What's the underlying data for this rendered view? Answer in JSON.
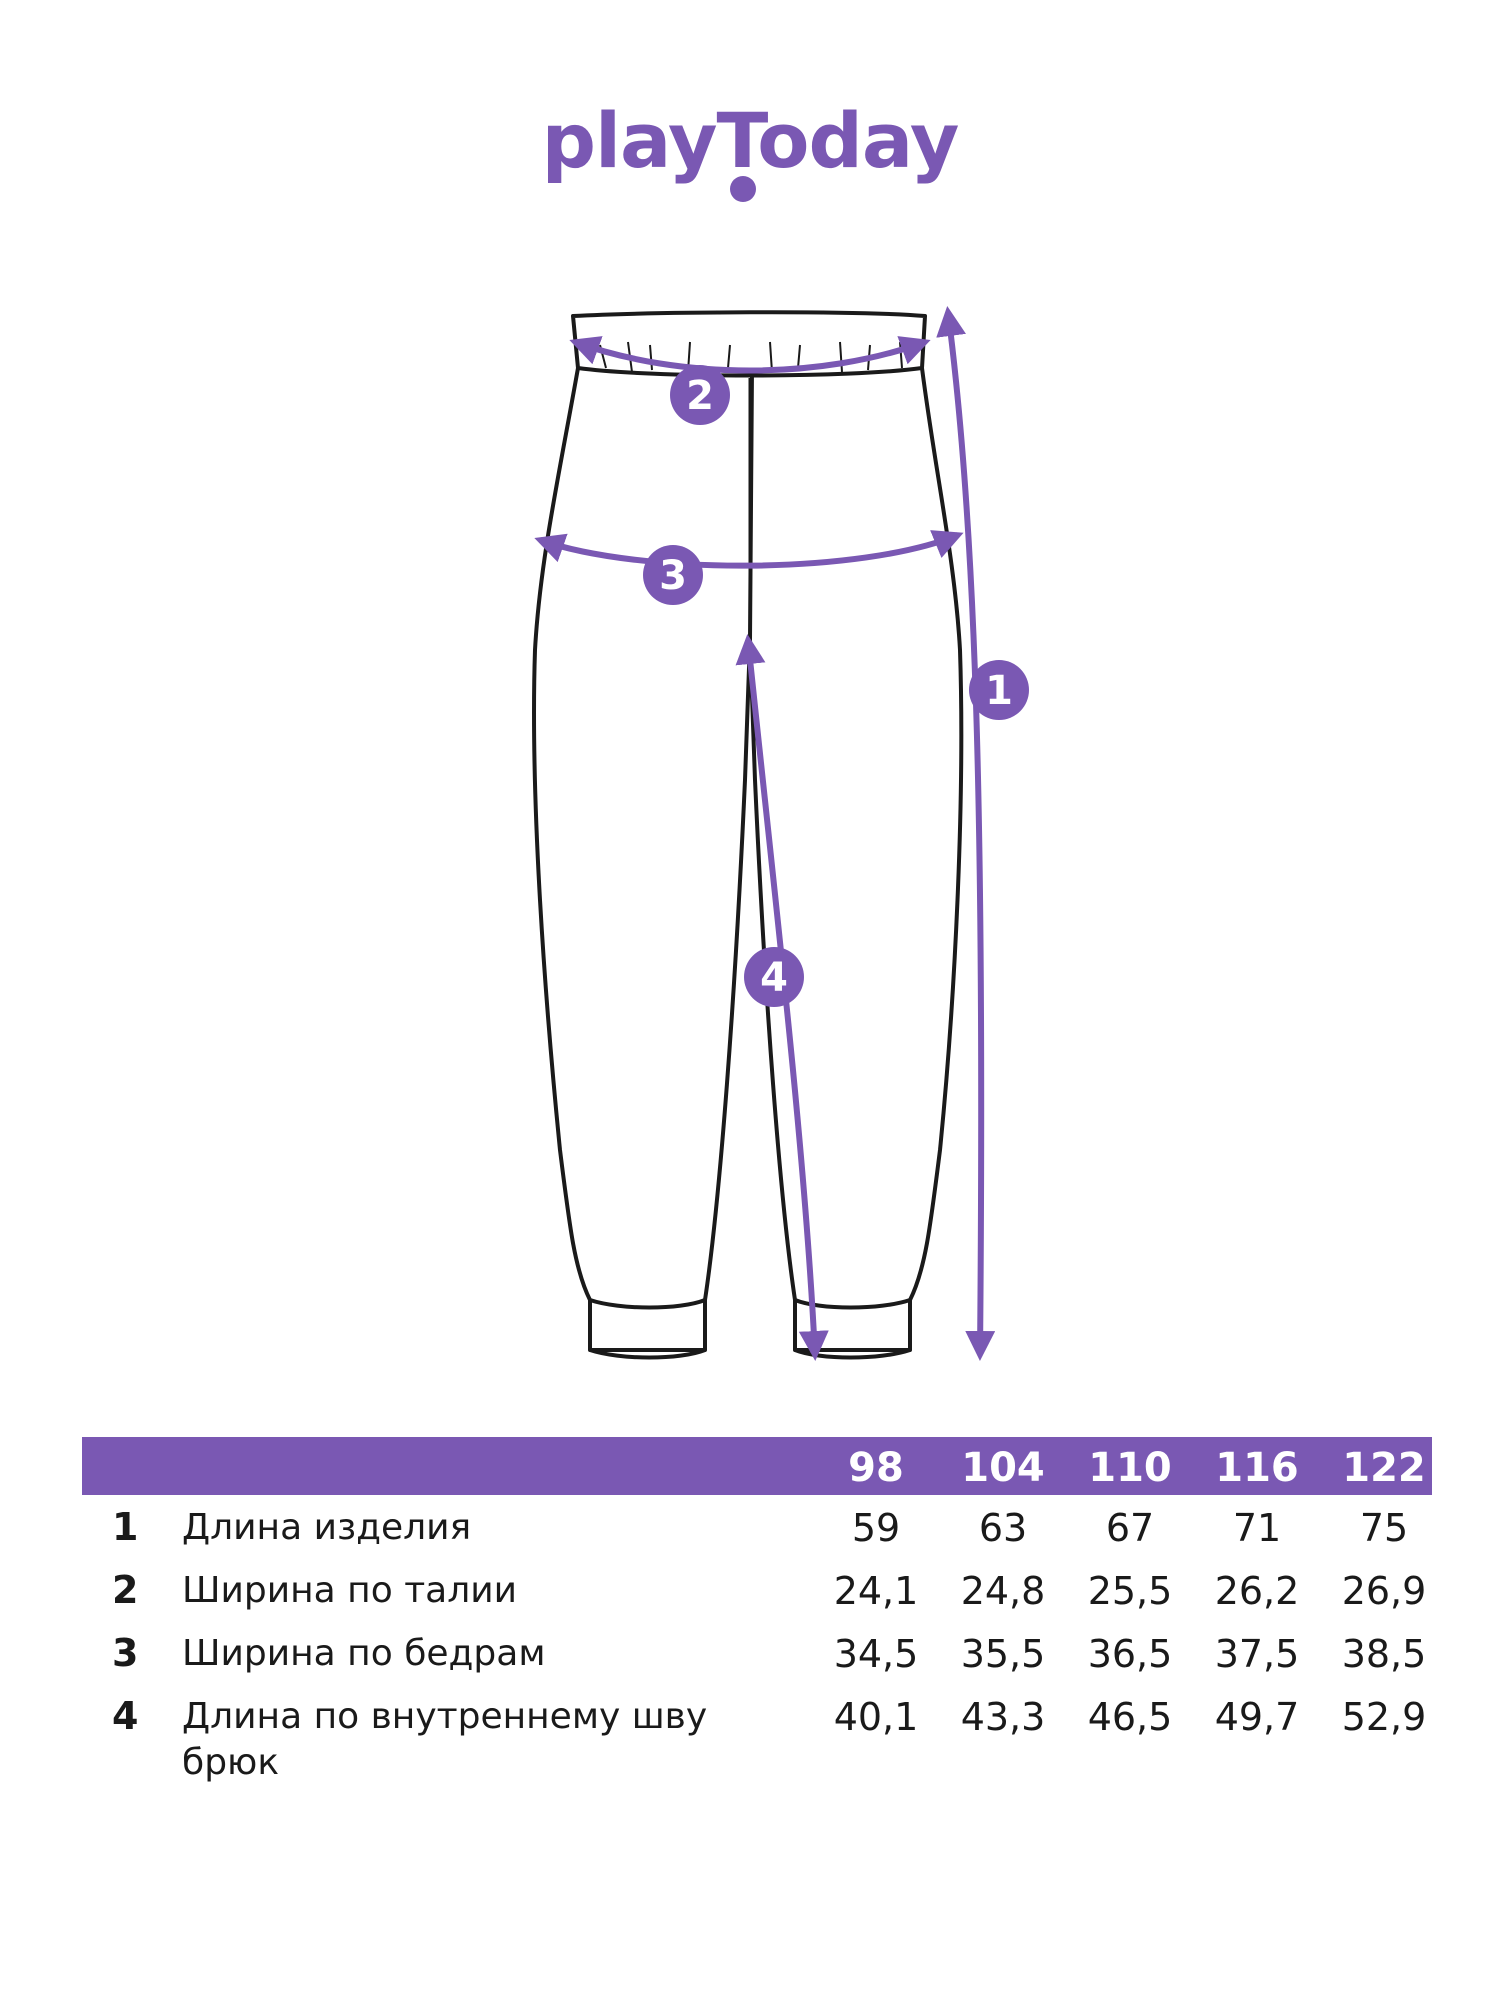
{
  "logo": {
    "text": "playToday"
  },
  "colors": {
    "accent": "#7a58b3",
    "outline": "#1a1a1a"
  },
  "markers": [
    "1",
    "2",
    "3",
    "4"
  ],
  "size_table": {
    "sizes": [
      "98",
      "104",
      "110",
      "116",
      "122"
    ],
    "rows": [
      {
        "num": "1",
        "label": "Длина изделия",
        "values": [
          "59",
          "63",
          "67",
          "71",
          "75"
        ]
      },
      {
        "num": "2",
        "label": "Ширина по талии",
        "values": [
          "24,1",
          "24,8",
          "25,5",
          "26,2",
          "26,9"
        ]
      },
      {
        "num": "3",
        "label": "Ширина по бедрам",
        "values": [
          "34,5",
          "35,5",
          "36,5",
          "37,5",
          "38,5"
        ]
      },
      {
        "num": "4",
        "label": "Длина по внутреннему шву брюк",
        "values": [
          "40,1",
          "43,3",
          "46,5",
          "49,7",
          "52,9"
        ]
      }
    ]
  }
}
